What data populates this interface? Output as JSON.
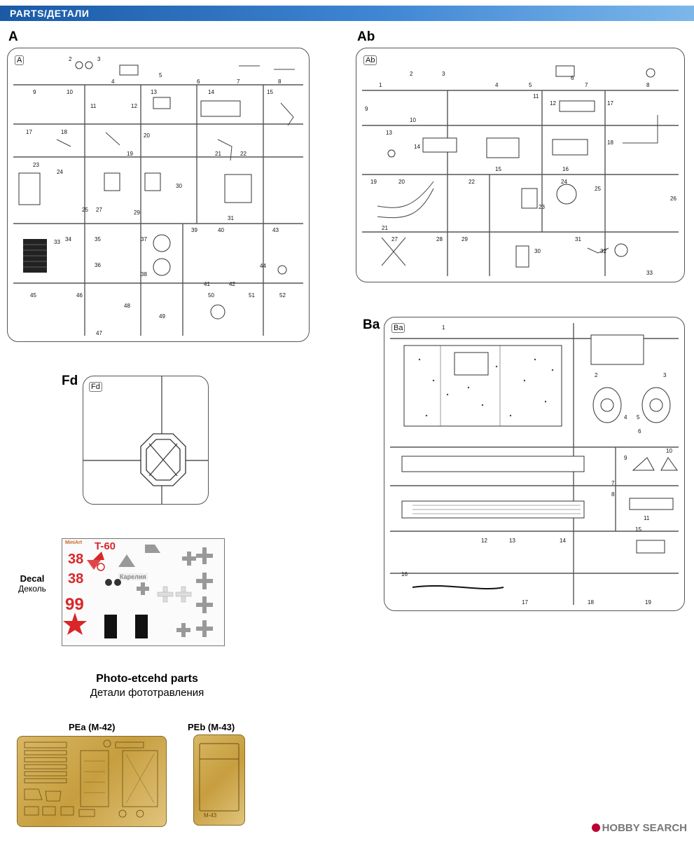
{
  "header": {
    "title": "PARTS/ДЕТАЛИ"
  },
  "sprues": {
    "a": {
      "label": "A",
      "tag": "A"
    },
    "ab": {
      "label": "Ab",
      "tag": "Ab"
    },
    "ba": {
      "label": "Ba",
      "tag": "Ba"
    },
    "fd": {
      "label": "Fd",
      "tag": "Fd"
    }
  },
  "decal": {
    "label_en": "Decal",
    "label_ru": "Деколь",
    "title": "T-60",
    "brand": "MiniArt",
    "numbers": [
      "38",
      "38",
      "99"
    ],
    "word": "Карелия"
  },
  "photo_etched": {
    "title_en": "Photo-etcehd parts",
    "title_ru": "Детали фототравления",
    "pea_label": "PEa (M-42)",
    "peb_label": "PEb (M-43)",
    "peb_mark": "M-43"
  },
  "watermark": {
    "text": "HOBBY SEARCH"
  },
  "colors": {
    "header_blue": "#2f73c4",
    "decal_red": "#d9262a",
    "brass": "#c9a24a"
  }
}
